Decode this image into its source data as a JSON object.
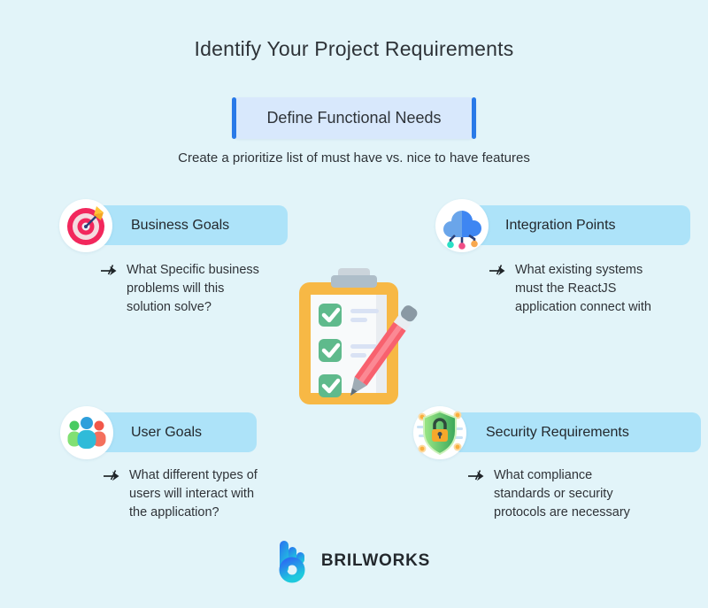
{
  "title": "Identify Your Project Requirements",
  "banner": {
    "label": "Define Functional Needs",
    "subtitle": "Create a prioritize list of must have vs. nice to have features"
  },
  "sections": {
    "business": {
      "label": "Business Goals",
      "icon": "target-dart-icon",
      "lines": [
        "What Specific business",
        "problems will this",
        "solution solve?"
      ]
    },
    "integration": {
      "label": "Integration Points",
      "icon": "cloud-network-icon",
      "lines": [
        "What existing systems",
        "must the ReactJS",
        "application connect with"
      ]
    },
    "user": {
      "label": "User Goals",
      "icon": "users-group-icon",
      "lines": [
        "What different types of",
        "users will interact with",
        "the application?"
      ]
    },
    "security": {
      "label": "Security Requirements",
      "icon": "shield-lock-icon",
      "lines": [
        "What compliance",
        "standards or security",
        "protocols are necessary"
      ]
    }
  },
  "center_illustration": "clipboard-checklist-pencil",
  "footer": {
    "brand": "BRILWORKS",
    "logo": "brilworks-b-logo"
  },
  "colors": {
    "background": "#E2F4F9",
    "badge": "#ADE3F9",
    "button_fill": "#D8E8FC",
    "button_bar": "#2979E8",
    "text_dark": "#2E3338",
    "target_red": "#F2275C",
    "cloud_blue_light": "#6AA5EA",
    "cloud_blue_dark": "#3E86F2",
    "shield_green": "#3AA75A",
    "lock_orange": "#F6A82B",
    "board_orange": "#F7B845",
    "check_green": "#5FBA8C",
    "pencil_red": "#F8616E",
    "brand_blue": "#2B6FF2",
    "brand_teal": "#1FC9DD"
  }
}
